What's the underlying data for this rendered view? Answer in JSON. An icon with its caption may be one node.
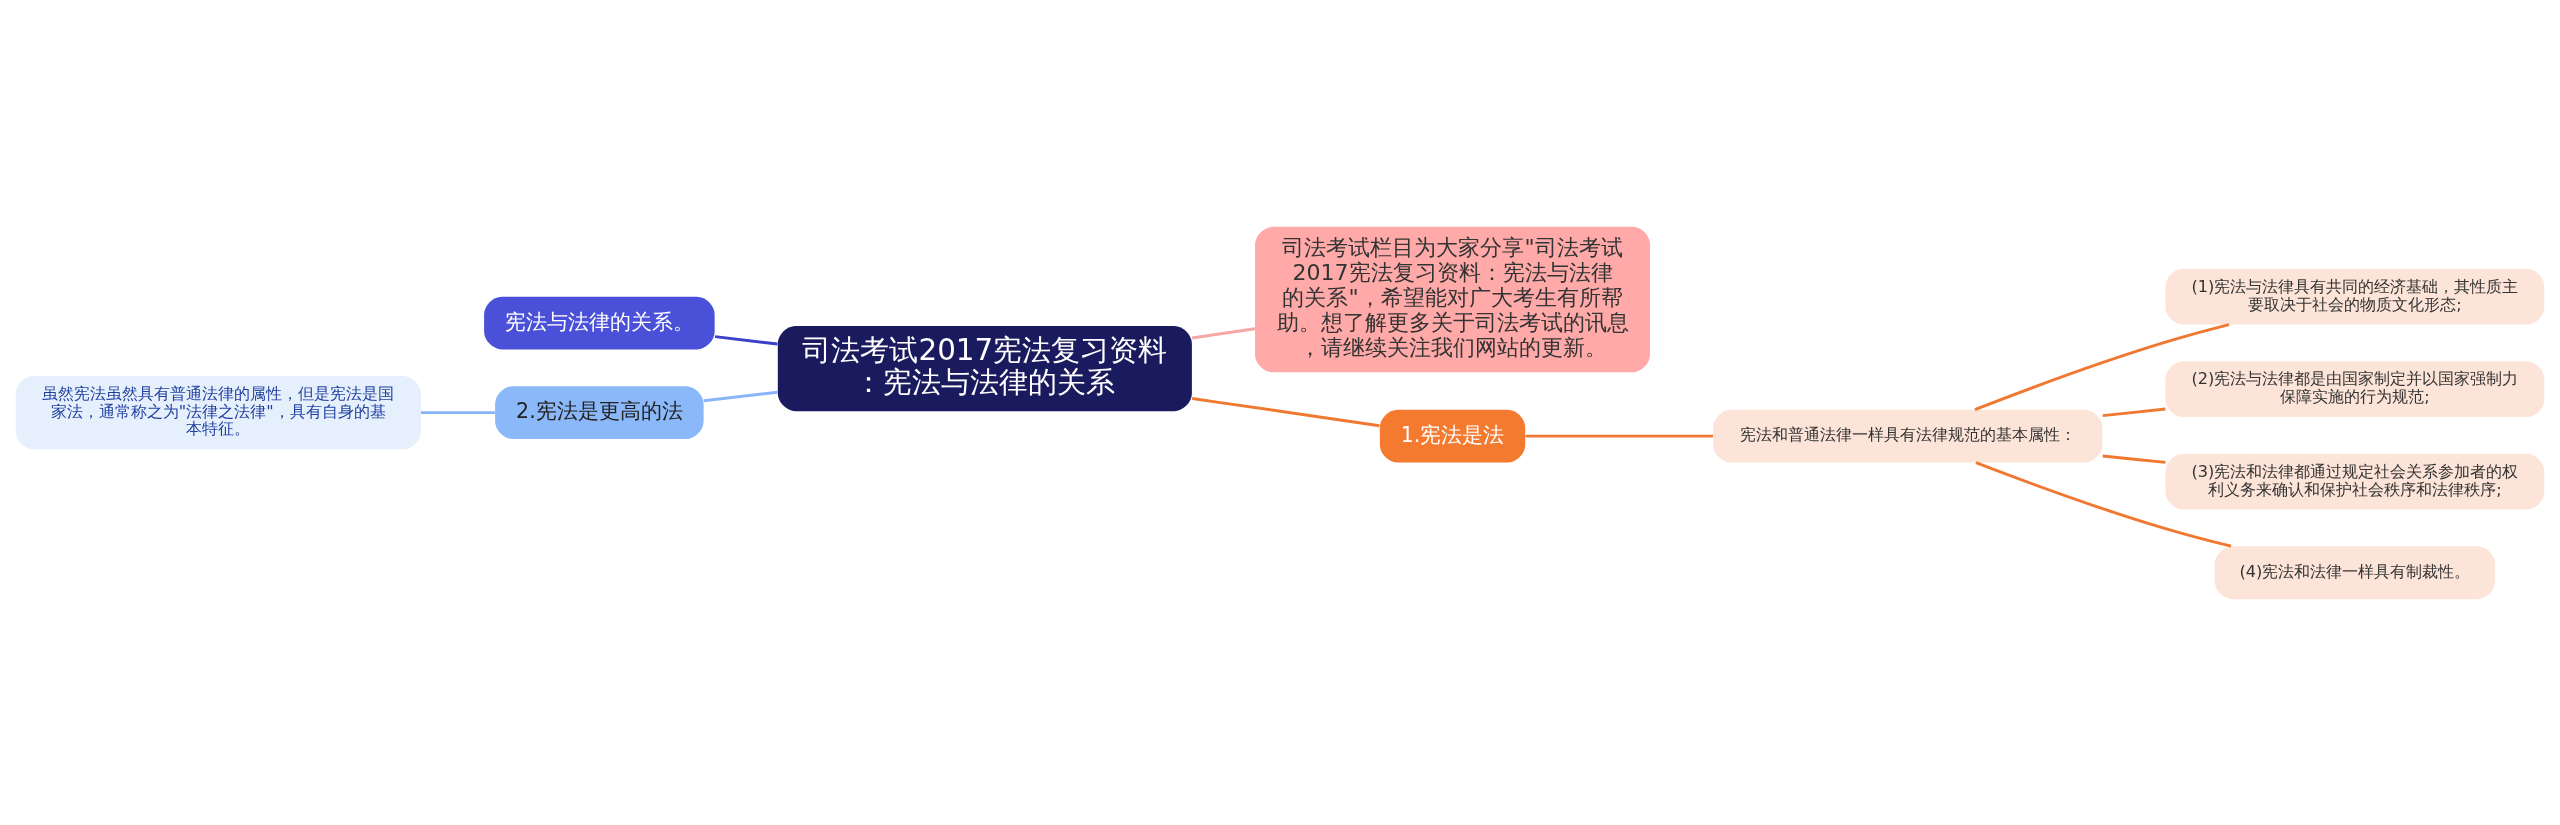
{
  "diagram": {
    "nodes": [
      {
        "text": [
          "司法考试2017宪法复习资料：宪法与法律的关系"
        ]
      },
      {
        "text": [
          "司法考试栏目为大家分享\"司法考试2017宪法复习资料：宪法与法律的关系\"，希望能对广大考生有所帮助。想了解更多关于司法考试的讯息，请继续关注我们网站的更新。"
        ]
      },
      {
        "text": [
          "宪法与法律的关系。"
        ]
      },
      {
        "text": [
          "2.宪法是更高的法"
        ]
      },
      {
        "text": [
          "虽然宪法虽然具有普通法律的属性，但是宪法是国家法，通常称之为\"法律之法律\"，具有自身的基本特征。"
        ]
      },
      {
        "text": [
          "1.宪法是法"
        ]
      },
      {
        "text": [
          "宪法和普通法律一样具有法律规范的基本属性："
        ]
      },
      {
        "text": [
          "(1)宪法与法律具有共同的经济基础，其性质主要取决于社会的物质文化形态;"
        ]
      },
      {
        "text": [
          "(2)宪法与法律都是由国家制定并以国家强制力保障实施的行为规范;"
        ]
      },
      {
        "text": [
          "(3)宪法和法律都通过规定社会关系参加者的权利义务来确认和保护社会秩序和法律秩序;"
        ]
      },
      {
        "text": [
          "(4)宪法和法律一样具有制裁性。"
        ]
      }
    ],
    "edges": [
      {
        "from": 0,
        "to": 1,
        "arrow": "none",
        "color": "#f4a7a4"
      },
      {
        "from": 0,
        "to": 2,
        "arrow": "none",
        "color": "#3b40c8"
      },
      {
        "from": 0,
        "to": 3,
        "arrow": "none",
        "color": "#8ab4f8"
      },
      {
        "from": 3,
        "to": 4,
        "arrow": "none",
        "color": "#8ab4f8"
      },
      {
        "from": 0,
        "to": 5,
        "arrow": "none"
      },
      {
        "from": 5,
        "to": 6,
        "arrow": "none"
      },
      {
        "from": 6,
        "to": 7,
        "arrow": "none"
      },
      {
        "from": 6,
        "to": 8,
        "arrow": "none"
      },
      {
        "from": 6,
        "to": 9,
        "arrow": "none"
      },
      {
        "from": 6,
        "to": 10,
        "arrow": "none"
      }
    ]
  }
}
